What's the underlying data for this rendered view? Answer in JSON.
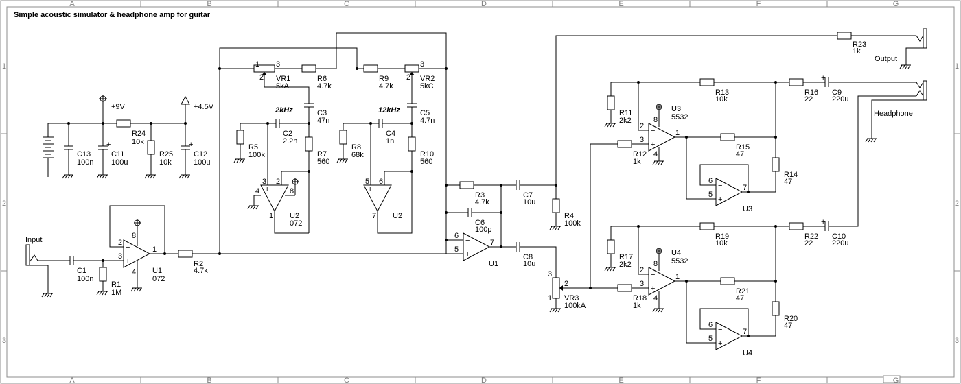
{
  "title": "Simple acoustic simulator & headphone amp for guitar",
  "grid": {
    "columns": [
      "A",
      "B",
      "C",
      "D",
      "E",
      "F",
      "G"
    ],
    "rows": [
      "1",
      "2",
      "3"
    ]
  },
  "labels": {
    "input": "Input",
    "output": "Output",
    "headphone": "Headphone",
    "v9": "+9V",
    "v45": "+4.5V",
    "f2k": "2kHz",
    "f12k": "12kHz"
  },
  "components": {
    "C13": [
      "C13",
      "100n"
    ],
    "C11": [
      "C11",
      "100u"
    ],
    "R24": [
      "R24",
      "10k"
    ],
    "R25": [
      "R25",
      "10k"
    ],
    "C12": [
      "C12",
      "100u"
    ],
    "C1": [
      "C1",
      "100n"
    ],
    "R1": [
      "R1",
      "1M"
    ],
    "U1a": [
      "U1",
      "072"
    ],
    "R2": [
      "R2",
      "4.7k"
    ],
    "VR1": [
      "VR1",
      "5kA"
    ],
    "R6": [
      "R6",
      "4.7k"
    ],
    "C3": [
      "C3",
      "47n"
    ],
    "C2": [
      "C2",
      "2.2n"
    ],
    "R5": [
      "R5",
      "100k"
    ],
    "R7": [
      "R7",
      "560"
    ],
    "U2a": [
      "U2",
      "072"
    ],
    "R9": [
      "R9",
      "4.7k"
    ],
    "VR2": [
      "VR2",
      "5kC"
    ],
    "C5": [
      "C5",
      "4.7n"
    ],
    "C4": [
      "C4",
      "1n"
    ],
    "R8": [
      "R8",
      "68k"
    ],
    "R10": [
      "R10",
      "560"
    ],
    "U2b": [
      "U2",
      ""
    ],
    "R3": [
      "R3",
      "4.7k"
    ],
    "C6": [
      "C6",
      "100p"
    ],
    "U1b": [
      "U1",
      ""
    ],
    "C7": [
      "C7",
      "10u"
    ],
    "C8": [
      "C8",
      "10u"
    ],
    "R4": [
      "R4",
      "100k"
    ],
    "VR3": [
      "VR3",
      "100kA"
    ],
    "R11": [
      "R11",
      "2k2"
    ],
    "R12": [
      "R12",
      "1k"
    ],
    "U3a": [
      "U3",
      "5532"
    ],
    "R13": [
      "R13",
      "10k"
    ],
    "R15": [
      "R15",
      "47"
    ],
    "R14": [
      "R14",
      "47"
    ],
    "U3b": [
      "U3",
      ""
    ],
    "R16": [
      "R16",
      "22"
    ],
    "C9": [
      "C9",
      "220u"
    ],
    "R23": [
      "R23",
      "1k"
    ],
    "R17": [
      "R17",
      "2k2"
    ],
    "R18": [
      "R18",
      "1k"
    ],
    "U4a": [
      "U4",
      "5532"
    ],
    "R19": [
      "R19",
      "10k"
    ],
    "R21": [
      "R21",
      "47"
    ],
    "R20": [
      "R20",
      "47"
    ],
    "U4b": [
      "U4",
      ""
    ],
    "R22": [
      "R22",
      "22"
    ],
    "C10": [
      "C10",
      "220u"
    ]
  },
  "pins": {
    "u1a": [
      "2",
      "3",
      "1",
      "8",
      "4"
    ],
    "u2a": [
      "3",
      "2",
      "8",
      "4",
      "1"
    ],
    "u2b": [
      "5",
      "6",
      "7"
    ],
    "u1b": [
      "6",
      "5",
      "7"
    ],
    "u3a": [
      "2",
      "3",
      "1",
      "8",
      "4"
    ],
    "u3b": [
      "6",
      "5",
      "7"
    ],
    "u4a": [
      "2",
      "3",
      "1",
      "8",
      "4"
    ],
    "u4b": [
      "6",
      "5",
      "7"
    ],
    "vr1": [
      "1",
      "2",
      "3"
    ],
    "vr2": [
      "2",
      "3"
    ],
    "vr3": [
      "1",
      "2",
      "3"
    ]
  }
}
